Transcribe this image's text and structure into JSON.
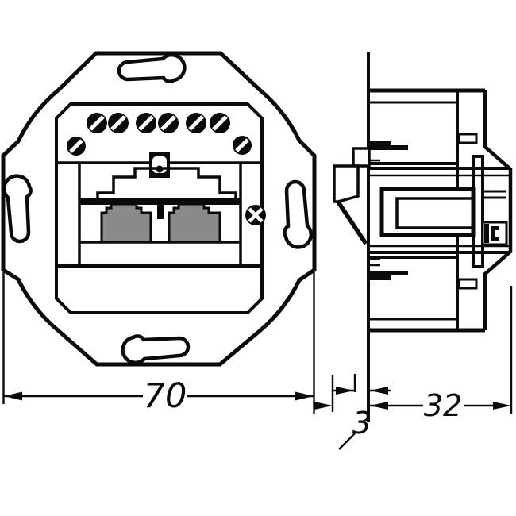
{
  "colors": {
    "background": "#ffffff",
    "line": "#0a0a0a",
    "jack_fill": "#8a8a8a"
  },
  "dimensions": {
    "front_width": "70",
    "ring_offset": "3",
    "mounting_depth": "32"
  },
  "icons": {
    "slotted_screw": "black circle with diagonal slot",
    "cross_screw": "black circle with X slot",
    "mounting_slot": "kidney-shaped slot"
  }
}
